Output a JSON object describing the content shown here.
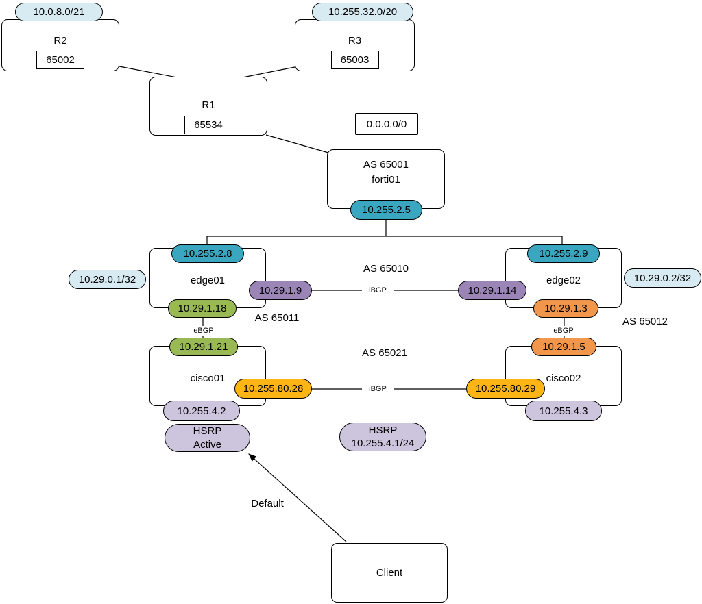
{
  "colors": {
    "light_blue": "#d8ebf3",
    "teal": "#3aa6bf",
    "purple": "#9b85b6",
    "green": "#98b954",
    "orange": "#f2964b",
    "gold": "#fdb515",
    "lavender": "#cdc4de"
  },
  "nodes": {
    "r2": {
      "name": "R2",
      "asn": "65002",
      "network": "10.0.8.0/21"
    },
    "r3": {
      "name": "R3",
      "asn": "65003",
      "network": "10.255.32.0/20"
    },
    "r1": {
      "name": "R1",
      "asn": "65534"
    },
    "default_route": "0.0.0.0/0",
    "forti01": {
      "as_label": "AS 65001",
      "name": "forti01",
      "ip": "10.255.2.5"
    },
    "edge01": {
      "name": "edge01",
      "uplink_ip": "10.255.2.8",
      "ibgp_ip": "10.29.1.9",
      "downlink_ip": "10.29.1.18",
      "loopback": "10.29.0.1/32"
    },
    "edge02": {
      "name": "edge02",
      "uplink_ip": "10.255.2.9",
      "ibgp_ip": "10.29.1.14",
      "downlink_ip": "10.29.1.3",
      "loopback": "10.29.0.2/32"
    },
    "cisco01": {
      "name": "cisco01",
      "uplink_ip": "10.29.1.21",
      "ibgp_ip": "10.255.80.28",
      "lan_ip": "10.255.4.2"
    },
    "cisco02": {
      "name": "cisco02",
      "uplink_ip": "10.29.1.5",
      "ibgp_ip": "10.255.80.29",
      "lan_ip": "10.255.4.3"
    },
    "hsrp_active": {
      "line1": "HSRP",
      "line2": "Active"
    },
    "hsrp_vip": {
      "line1": "HSRP",
      "line2": "10.255.4.1/24"
    },
    "client": {
      "name": "Client"
    }
  },
  "labels": {
    "as_65010": "AS 65010",
    "as_65011": "AS 65011",
    "as_65012": "AS 65012",
    "as_65021": "AS 65021",
    "ibgp": "iBGP",
    "ebgp": "eBGP",
    "default_arrow": "Default"
  }
}
